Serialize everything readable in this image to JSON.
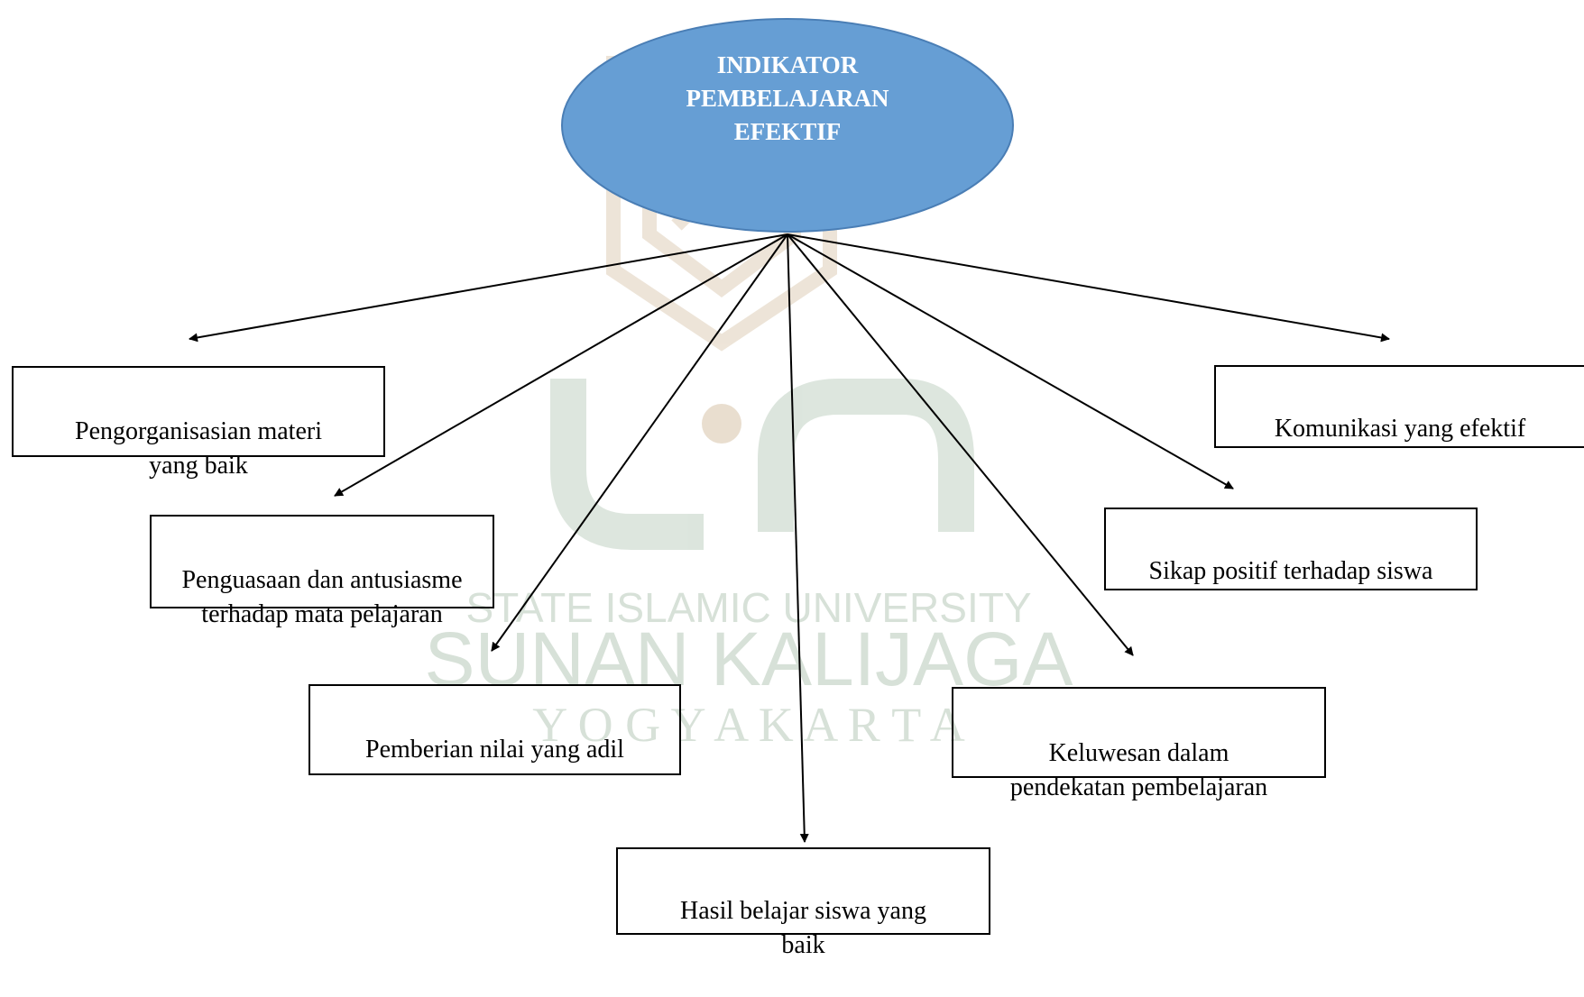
{
  "center": {
    "label": "INDIKATOR\nPEMBELAJARAN\nEFEKTIF",
    "fill_color": "#669ed4",
    "stroke_color": "#4a7eb5",
    "text_color": "#ffffff"
  },
  "nodes": [
    {
      "id": "pengorganisasian",
      "label": "Pengorganisasian materi\nyang baik"
    },
    {
      "id": "penguasaan",
      "label": "Penguasaan dan antusiasme\nterhadap mata pelajaran"
    },
    {
      "id": "pemberian-nilai",
      "label": "Pemberian nilai yang adil"
    },
    {
      "id": "hasil-belajar",
      "label": "Hasil belajar siswa yang\nbaik"
    },
    {
      "id": "keluwesan",
      "label": "Keluwesan dalam\npendekatan pembelajaran"
    },
    {
      "id": "sikap-positif",
      "label": "Sikap positif terhadap siswa"
    },
    {
      "id": "komunikasi",
      "label": "Komunikasi yang efektif"
    }
  ],
  "watermark": {
    "line1": "STATE ISLAMIC UNIVERSITY",
    "line2": "SUNAN KALIJAGA",
    "line3": "Y O G Y A K A R T A",
    "color": "#d7e1d8"
  }
}
